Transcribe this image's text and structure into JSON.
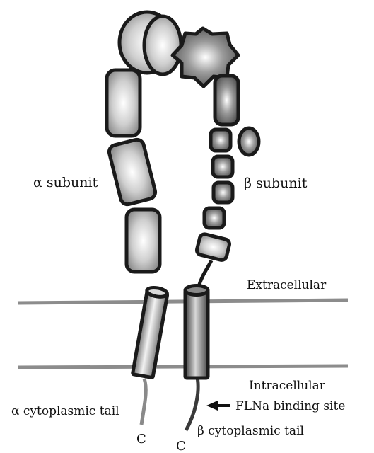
{
  "labels": {
    "alpha_subunit": "α subunit",
    "beta_subunit": "β subunit",
    "extracellular": "Extracellular",
    "intracellular": "Intracellular",
    "alpha_tail": "α cytoplasmic tail",
    "beta_tail": "β cytoplasmic tail",
    "flna_site": "FLNa binding site",
    "c_alpha": "C",
    "c_beta": "C"
  },
  "colors": {
    "domain_light": "#f4f4f4",
    "domain_mid": "#b4b4b4",
    "domain_dark": "#5a5a5a",
    "outline": "#1a1a1a",
    "membrane": "#8c8c8c"
  }
}
